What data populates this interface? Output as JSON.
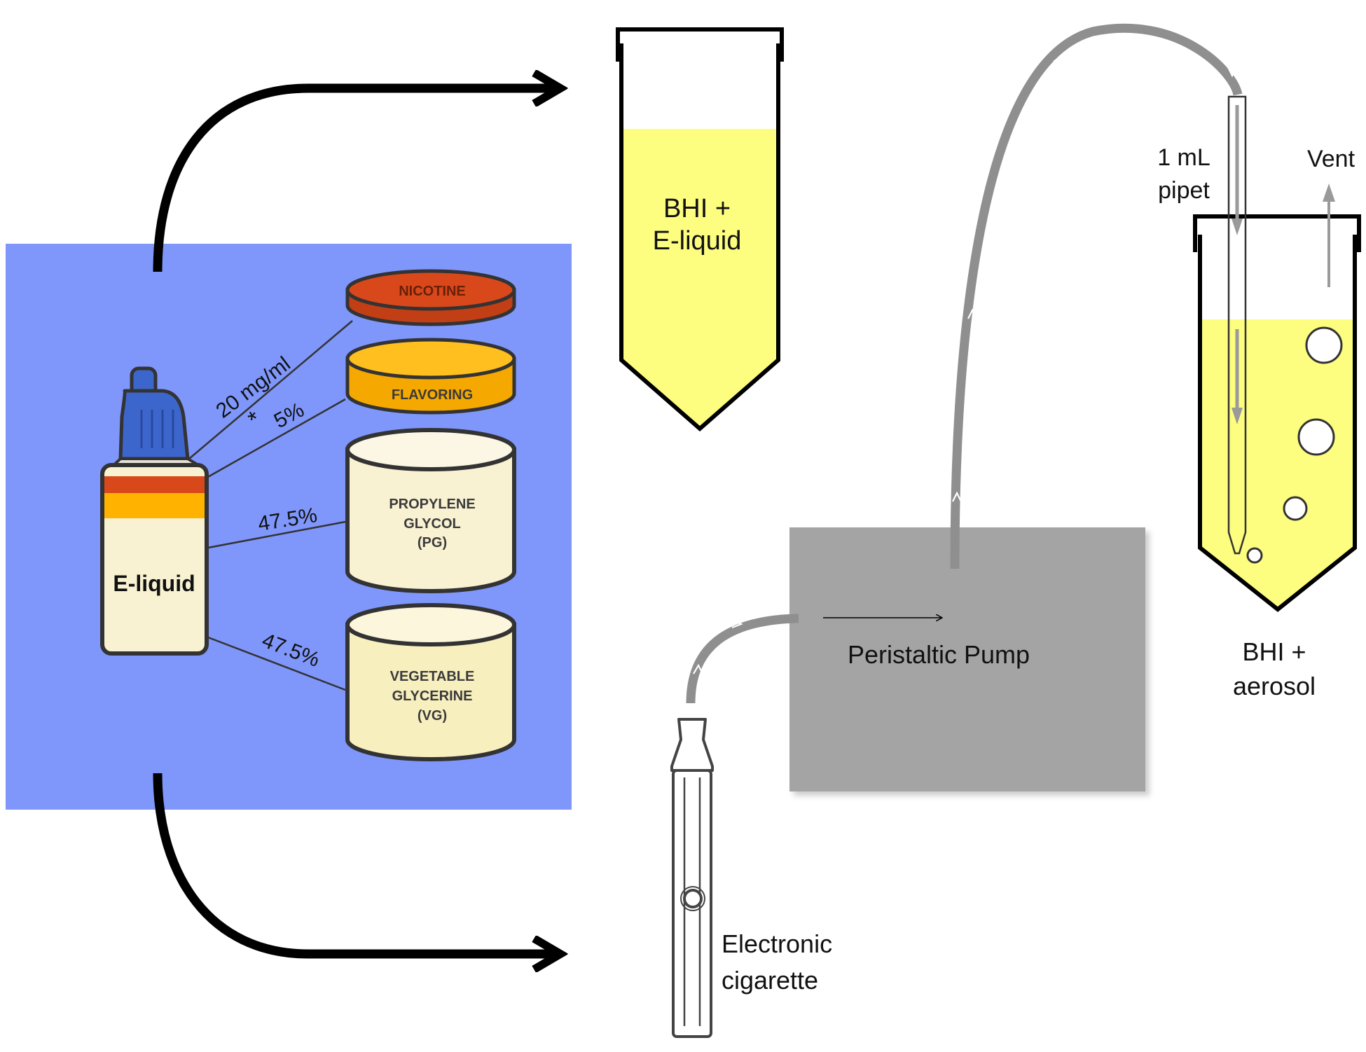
{
  "eliquid": {
    "bottle_label": "E-liquid",
    "nicotine_conc": "20 mg/ml",
    "flavor_asterisk": "*",
    "flavor_pct": "5%",
    "pg_pct": "47.5%",
    "vg_pct": "47.5%"
  },
  "ingredients": {
    "nicotine": "NICOTINE",
    "flavoring": "FLAVORING",
    "pg": [
      "PROPYLENE",
      "GLYCOL",
      "(PG)"
    ],
    "vg": [
      "VEGETABLE",
      "GLYCERINE",
      "(VG)"
    ]
  },
  "tube_left": {
    "line1": "BHI +",
    "line2": "E-liquid"
  },
  "tube_right": {
    "line1": "BHI +",
    "line2": "aerosol"
  },
  "pipet": {
    "line1": "1 mL",
    "line2": "pipet"
  },
  "vent_label": "Vent",
  "pump_label": "Peristaltic Pump",
  "ecig": {
    "line1": "Electronic",
    "line2": "cigarette"
  },
  "colors": {
    "panel_blue": "#7f97fb",
    "liquid_yellow": "#fdfd80",
    "nicotine_red": "#d8481b",
    "flavoring_orange": "#ffb300",
    "base_cream": "#f8f2d2",
    "cap_blue": "#3d66cc",
    "pump_gray": "#a4a4a4",
    "tubing_gray": "#8f8f8f"
  }
}
